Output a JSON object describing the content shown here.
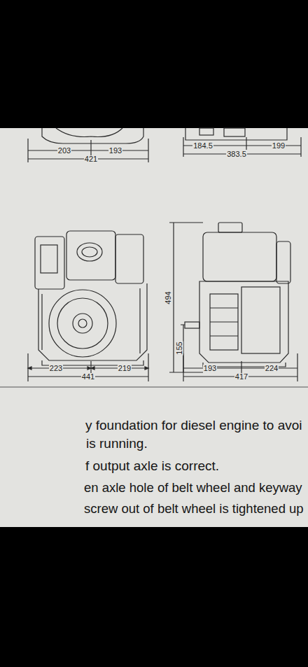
{
  "diagram": {
    "labels": [
      "203",
      "193",
      "421",
      "184.5",
      "199",
      "383.5",
      "494",
      "155",
      "223",
      "219",
      "441",
      "193",
      "224",
      "417",
      "y foundation for diesel engine to avoi",
      "is running.",
      "f output axle is correct.",
      "en axle hole of belt wheel and keyway",
      "screw out of belt wheel is tightened up"
    ]
  }
}
